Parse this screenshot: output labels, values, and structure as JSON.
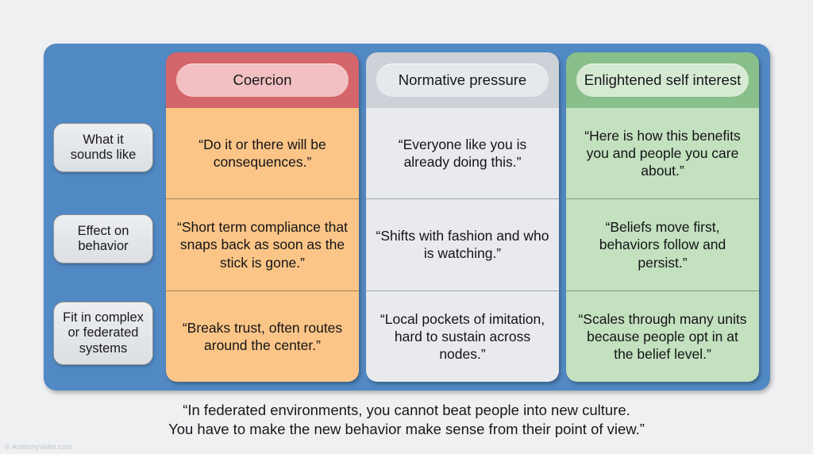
{
  "colors": {
    "background": "#eef0f2",
    "panel_blue": "#5189c4",
    "coercion_header": "#d4656a",
    "coercion_pill": "#f2c0c2",
    "coercion_body": "#fbc587",
    "normative_header": "#ccd2d8",
    "normative_pill": "#e6e9ec",
    "normative_body": "#e8eaed",
    "enlightened_header": "#88bf8a",
    "enlightened_pill": "#d6ead3",
    "enlightened_body": "#c3e0bf",
    "label_pill": "#e3e6e9",
    "text": "#18181a"
  },
  "row_labels": [
    {
      "label": "What it\nsounds like"
    },
    {
      "label": "Effect on\nbehavior"
    },
    {
      "label": "Fit in complex\nor federated\nsystems"
    }
  ],
  "columns": [
    {
      "key": "coercion",
      "header": "Coercion",
      "cells": [
        "“Do it or there will be consequences.”",
        "“Short term compliance that snaps back as soon as the stick is gone.”",
        "“Breaks trust, often routes around the center.”"
      ]
    },
    {
      "key": "normative",
      "header": "Normative pressure",
      "cells": [
        "“Everyone like you is already doing this.”",
        "“Shifts with fashion and who is watching.”",
        "“Local pockets of imitation, hard to sustain across nodes.”"
      ]
    },
    {
      "key": "enlightened",
      "header": "Enlightened self interest",
      "cells": [
        "“Here is how this benefits you and people you care about.”",
        "“Beliefs move first, behaviors follow and persist.”",
        "“Scales through many units because people opt in at the belief level.”"
      ]
    }
  ],
  "caption": {
    "line1": "“In federated environments, you cannot beat people into new culture.",
    "line2": "You have to make the new behavior make sense from their point of view.”"
  },
  "watermark": "© AnthonyVeltri.com"
}
